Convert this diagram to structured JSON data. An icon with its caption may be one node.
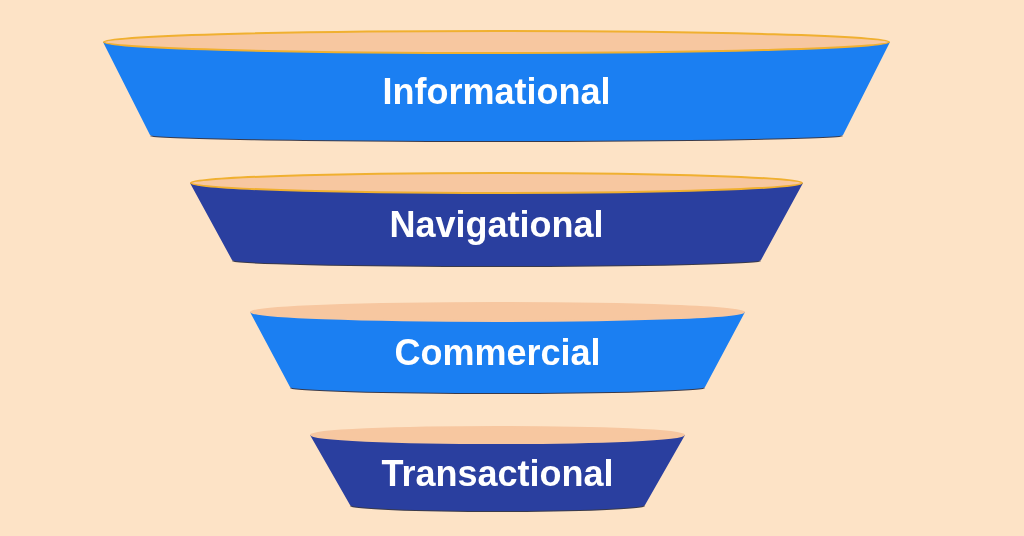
{
  "diagram": {
    "nodes": [
      {
        "text": [
          "Informational"
        ]
      },
      {
        "text": [
          "Navigational"
        ]
      },
      {
        "text": [
          "Commercial"
        ]
      },
      {
        "text": [
          "Transactional"
        ]
      }
    ]
  }
}
